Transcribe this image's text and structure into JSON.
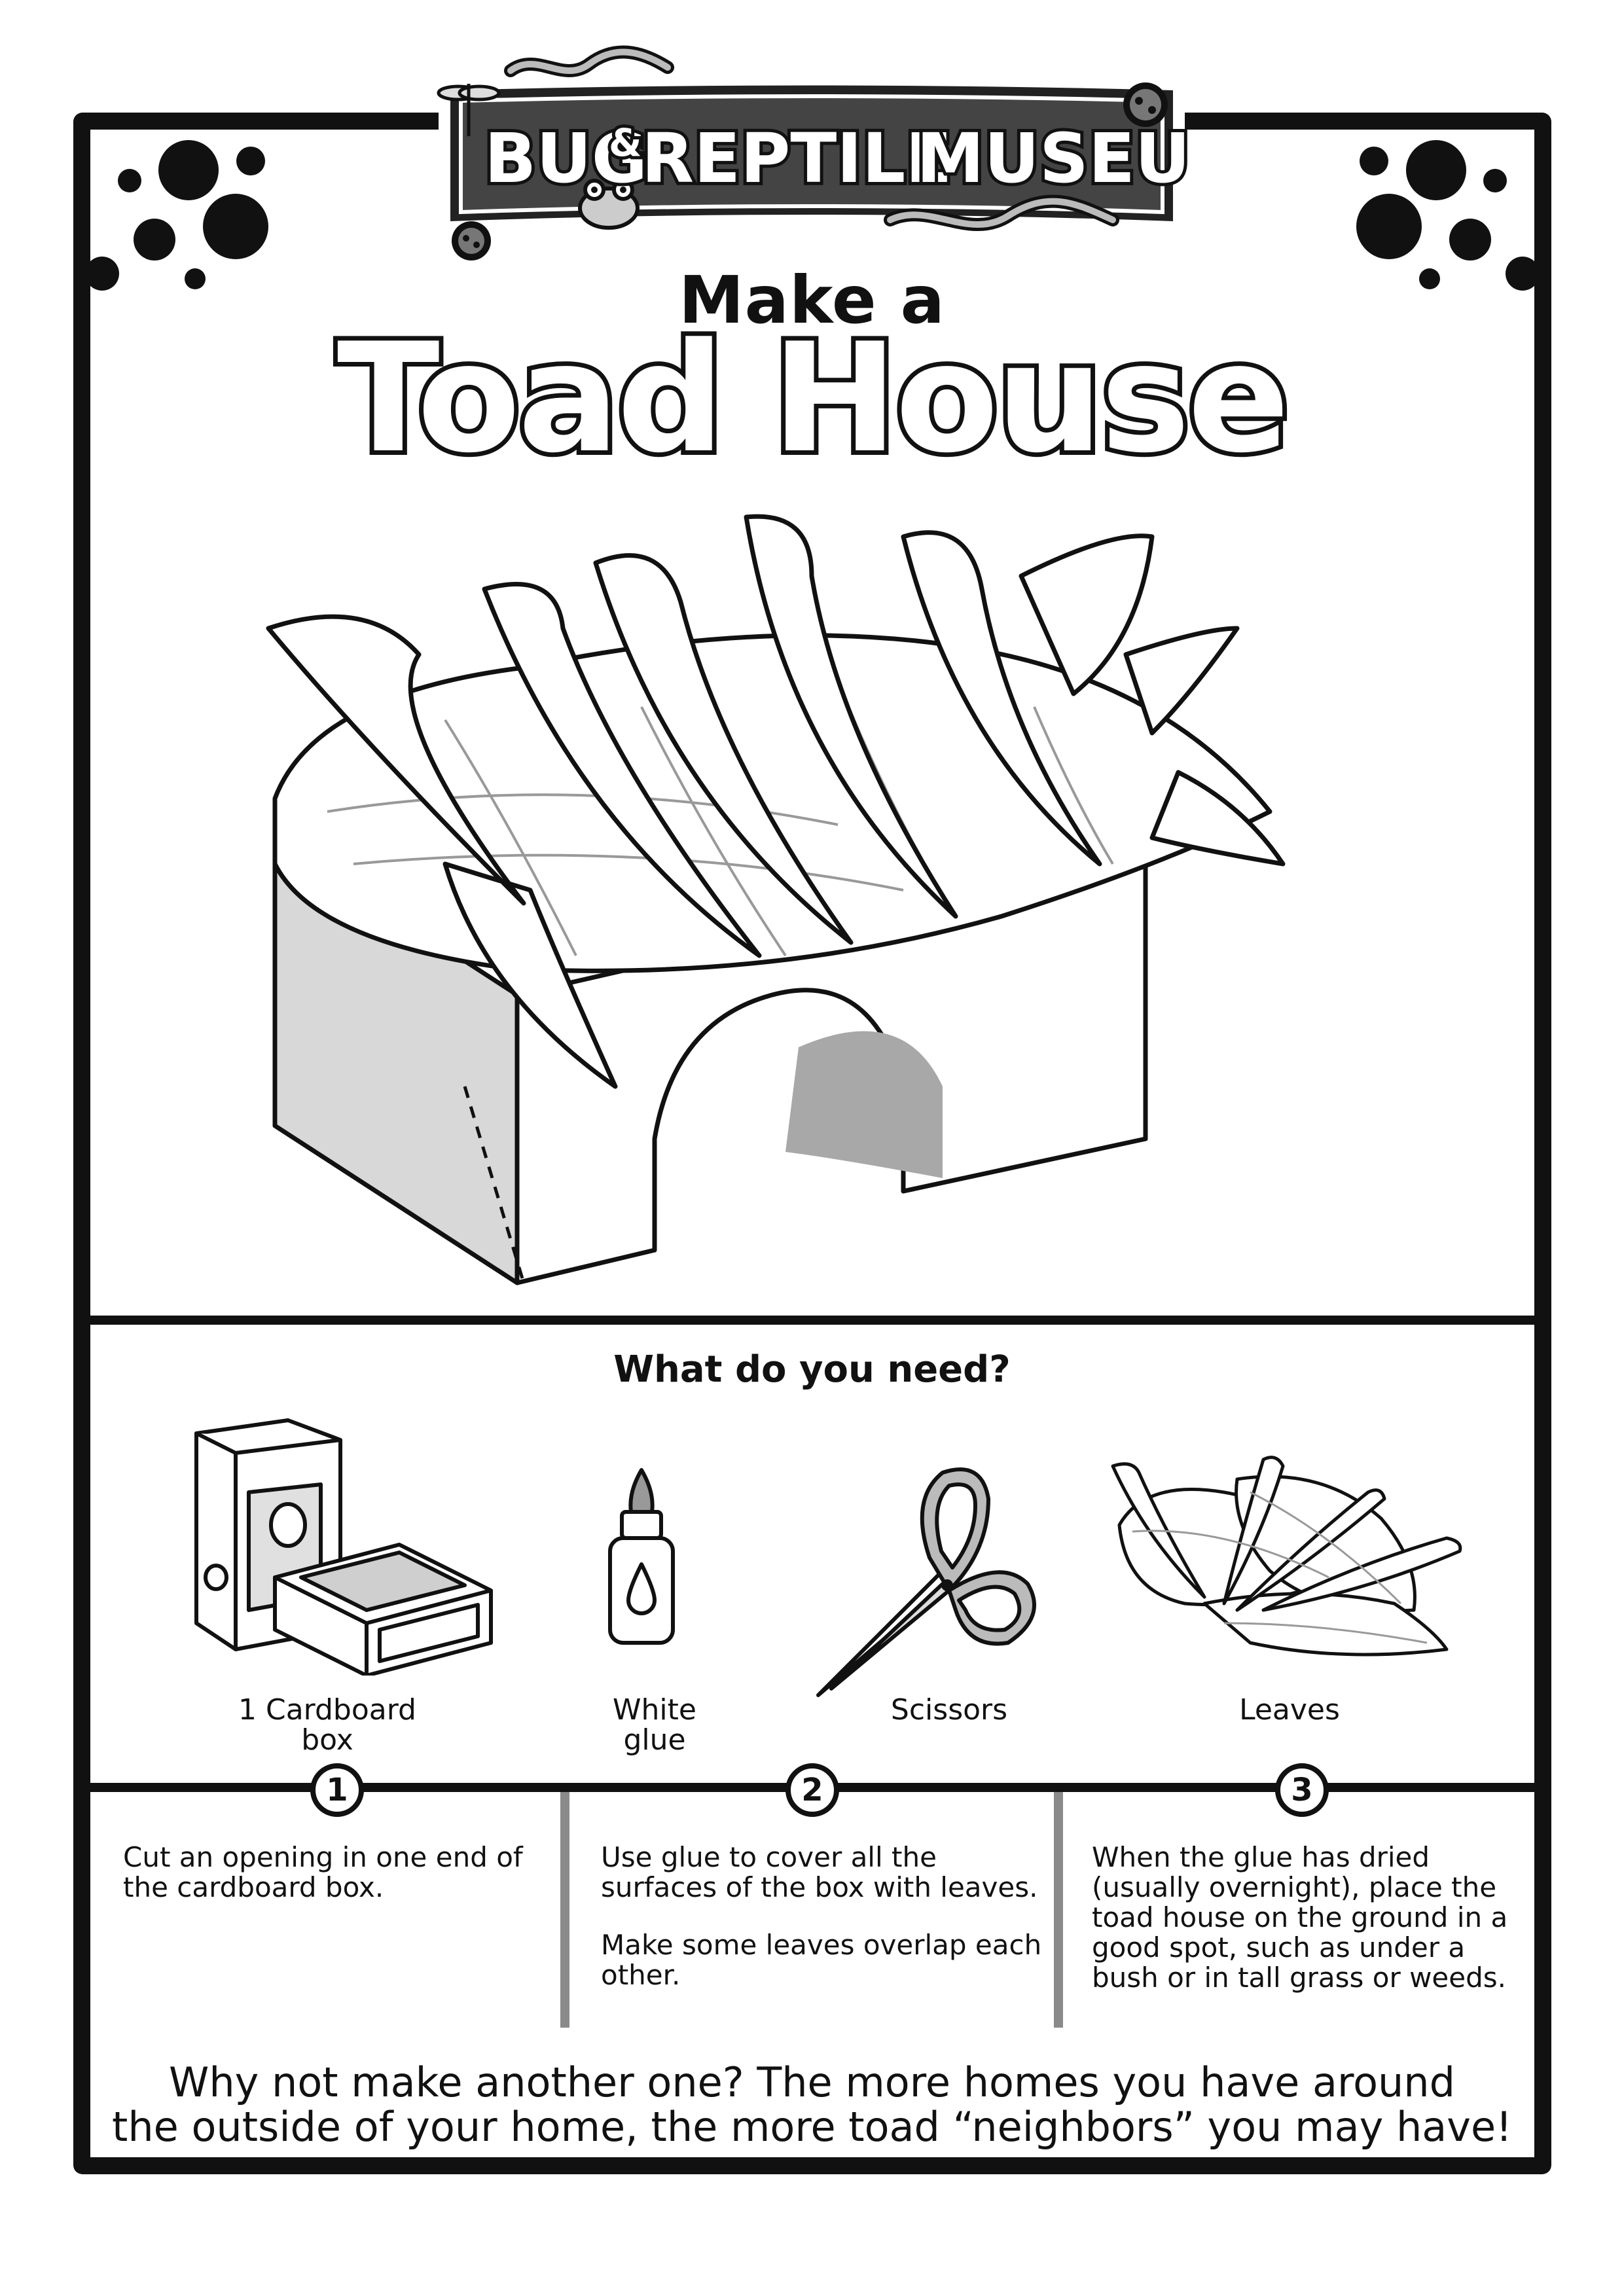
{
  "banner": {
    "word1": "BUG",
    "amp": "&",
    "word2": "REPTILE",
    "word3": "MUSEUM"
  },
  "title": {
    "prefix": "Make a",
    "main": "Toad House"
  },
  "needs": {
    "heading": "What do you need?",
    "items": [
      {
        "line1": "1 Cardboard",
        "line2": "box",
        "icon": "cardboard-box-icon"
      },
      {
        "line1": "White",
        "line2": "glue",
        "icon": "glue-bottle-icon"
      },
      {
        "line1": "Scissors",
        "line2": "",
        "icon": "scissors-icon"
      },
      {
        "line1": "Leaves",
        "line2": "",
        "icon": "leaves-icon"
      }
    ]
  },
  "steps": [
    {
      "number": "1",
      "paragraphs": [
        "Cut an opening in one end of the cardboard box."
      ]
    },
    {
      "number": "2",
      "paragraphs": [
        "Use glue to cover all the surfaces of the box with leaves.",
        "Make some leaves overlap each other."
      ]
    },
    {
      "number": "3",
      "paragraphs": [
        "When the glue has dried (usually overnight), place the toad house on the ground in a good spot, such as under a bush or in tall grass or weeds."
      ]
    }
  ],
  "footer": {
    "line1": "Why not make another one? The more homes you have around",
    "line2": "the outside of your home, the more toad “neighbors” you may have!"
  },
  "colors": {
    "ink": "#111111",
    "paper": "#ffffff",
    "gray_light": "#d8d8d8",
    "gray_mid": "#a8a8a8",
    "gray_dark": "#8a8a8a"
  }
}
